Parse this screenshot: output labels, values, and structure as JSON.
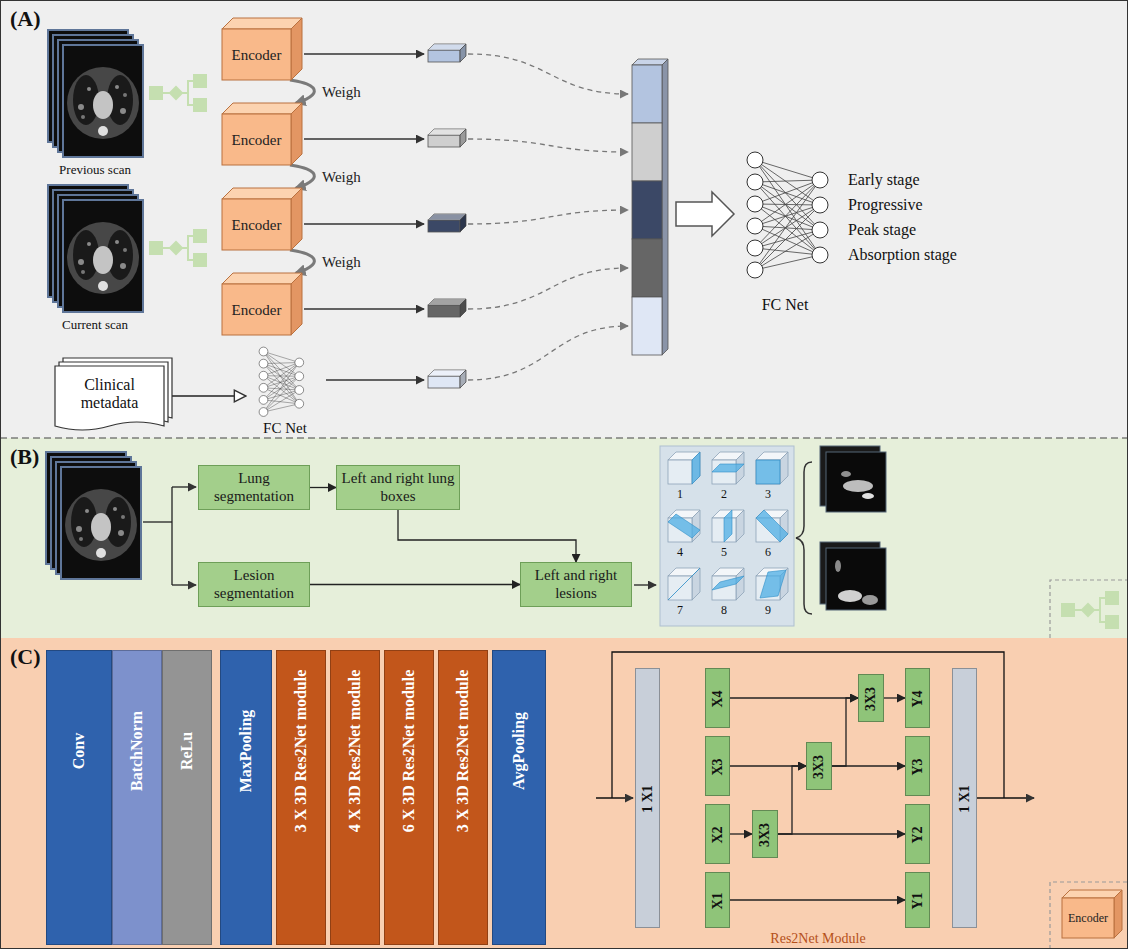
{
  "diagram": {
    "nodes": [
      {
        "text": [
          "(A)"
        ]
      },
      {
        "text": [
          "Encoder"
        ],
        "in": 0
      },
      {
        "text": [
          "Encoder"
        ],
        "in": 0
      },
      {
        "text": [
          "Encoder"
        ],
        "in": 0
      },
      {
        "text": [
          "Encoder"
        ],
        "in": 0
      },
      {
        "text": [
          "Clinical metadata"
        ],
        "in": 0
      },
      {
        "text": [
          "FC Net"
        ],
        "in": 0
      },
      {
        "text": [
          "FC Net"
        ],
        "in": 0
      },
      {
        "text": [
          "(B)"
        ]
      },
      {
        "text": [
          "Lung segmentation"
        ],
        "in": 8
      },
      {
        "text": [
          "Left and right lung boxes"
        ],
        "in": 8
      },
      {
        "text": [
          "Lesion segmentation"
        ],
        "in": 8
      },
      {
        "text": [
          "Left and right lesions"
        ],
        "in": 8
      },
      {
        "text": [
          "(C)"
        ]
      },
      {
        "text": [
          "Conv"
        ],
        "in": 13
      },
      {
        "text": [
          "BatchNorm"
        ],
        "in": 13
      },
      {
        "text": [
          "ReLu"
        ],
        "in": 13
      },
      {
        "text": [
          "MaxPooling"
        ],
        "in": 13
      },
      {
        "text": [
          "3 X 3D Res2Net module"
        ],
        "in": 13
      },
      {
        "text": [
          "4 X 3D Res2Net module"
        ],
        "in": 13
      },
      {
        "text": [
          "6 X 3D Res2Net module"
        ],
        "in": 13
      },
      {
        "text": [
          "3 X 3D Res2Net module"
        ],
        "in": 13
      },
      {
        "text": [
          "AvgPooling"
        ],
        "in": 13
      },
      {
        "text": [
          "1 X1"
        ],
        "in": 13
      },
      {
        "text": [
          "X4"
        ],
        "in": 13
      },
      {
        "text": [
          "X3"
        ],
        "in": 13
      },
      {
        "text": [
          "X2"
        ],
        "in": 13
      },
      {
        "text": [
          "X1"
        ],
        "in": 13
      },
      {
        "text": [
          "3X3"
        ],
        "in": 13
      },
      {
        "text": [
          "3X3"
        ],
        "in": 13
      },
      {
        "text": [
          "3X3"
        ],
        "in": 13
      },
      {
        "text": [
          "Y4"
        ],
        "in": 13
      },
      {
        "text": [
          "Y3"
        ],
        "in": 13
      },
      {
        "text": [
          "Y2"
        ],
        "in": 13
      },
      {
        "text": [
          "Y1"
        ],
        "in": 13
      },
      {
        "text": [
          "1 X1"
        ],
        "in": 13
      },
      {
        "text": [
          "Encoder"
        ],
        "in": 13
      }
    ],
    "edges": [
      {
        "from": 1,
        "to": 2,
        "label": "Weigh",
        "arrow": "to"
      },
      {
        "from": 2,
        "to": 3,
        "label": "Weigh",
        "arrow": "to"
      },
      {
        "from": 3,
        "to": 4,
        "label": "Weigh",
        "arrow": "to"
      },
      {
        "from": 5,
        "to": 6,
        "arrow": "to"
      },
      {
        "from": 9,
        "to": 10,
        "arrow": "to"
      },
      {
        "from": 10,
        "to": 12,
        "arrow": "to"
      },
      {
        "from": 11,
        "to": 12,
        "arrow": "to"
      },
      {
        "from": 27,
        "to": 34,
        "arrow": "to"
      },
      {
        "from": 26,
        "to": 28,
        "arrow": "to"
      },
      {
        "from": 28,
        "to": 33,
        "arrow": "to"
      },
      {
        "from": 28,
        "to": 29,
        "arrow": "to"
      },
      {
        "from": 25,
        "to": 29,
        "arrow": "to"
      },
      {
        "from": 29,
        "to": 32,
        "arrow": "to"
      },
      {
        "from": 29,
        "to": 30,
        "arrow": "to"
      },
      {
        "from": 24,
        "to": 30,
        "arrow": "to"
      },
      {
        "from": 30,
        "to": 31,
        "arrow": "to"
      }
    ],
    "labels": [
      "Previous scan",
      "Current scan",
      "Early stage",
      "Progressive",
      "Peak stage",
      "Absorption stage",
      "1",
      "2",
      "3",
      "4",
      "5",
      "6",
      "7",
      "8",
      "9",
      "Res2Net Module"
    ]
  }
}
